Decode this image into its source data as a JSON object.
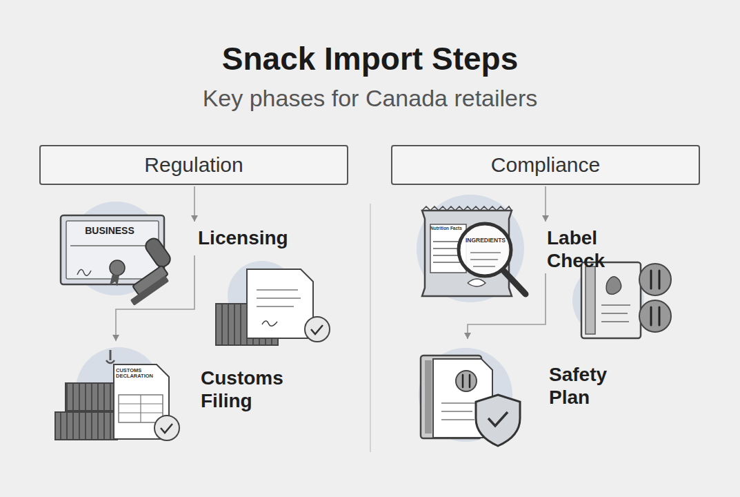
{
  "diagram": {
    "title": "Snack Import Steps",
    "nodes": [
      {
        "text": [
          "Regulation"
        ]
      },
      {
        "text": [
          "Licensing"
        ]
      },
      {
        "text": [
          "Customs Filing"
        ]
      },
      {
        "text": [
          "Compliance"
        ]
      },
      {
        "text": [
          "Label Check"
        ]
      },
      {
        "text": [
          "Safety Plan"
        ]
      }
    ],
    "edges": [
      {
        "from": 0,
        "to": 1,
        "arrow": "to"
      },
      {
        "from": 1,
        "to": 2,
        "arrow": "to"
      },
      {
        "from": 3,
        "to": 4,
        "arrow": "to"
      },
      {
        "from": 4,
        "to": 5,
        "arrow": "to"
      }
    ],
    "labels": [
      "Key phases for Canada retailers",
      "BUSINESS",
      "CUSTOMS DECLARATION",
      "Nutrition Facts",
      "INGREDIENTS"
    ]
  }
}
